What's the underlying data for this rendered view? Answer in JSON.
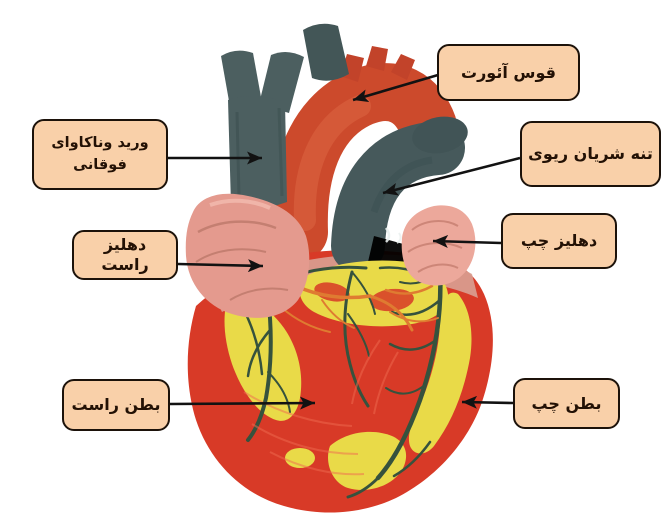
{
  "figure": {
    "type": "labeled-anatomy-diagram",
    "subject": "human heart model, anterior view"
  },
  "labels": {
    "aortic_arch": {
      "text": "قوس آئورت"
    },
    "superior_vena_cava": {
      "line1": "ورید وناکاوای",
      "line2": "فوقانی"
    },
    "pulmonary_trunk": {
      "text": "تنه شریان ریوی"
    },
    "left_atrium": {
      "text": "دهلیز چپ"
    },
    "right_atrium": {
      "text": "دهلیز راست"
    },
    "right_ventricle": {
      "text": "بطن راست"
    },
    "left_ventricle": {
      "text": "بطن چپ"
    }
  },
  "colors": {
    "background": "#ffffff",
    "label_box_fill": "#f9d0a9",
    "label_box_border": "#1c120a",
    "label_text": "#231105",
    "arrow": "#121212",
    "vessel_gray": "#4c5f60",
    "aorta_red": "#cc4a2c",
    "atrium_pink": "#e49a8e",
    "ventricle_red": "#d83a27",
    "fat_yellow": "#e9da48",
    "coronary_green": "#36523d",
    "small_vessel_orange": "#df7b31"
  }
}
